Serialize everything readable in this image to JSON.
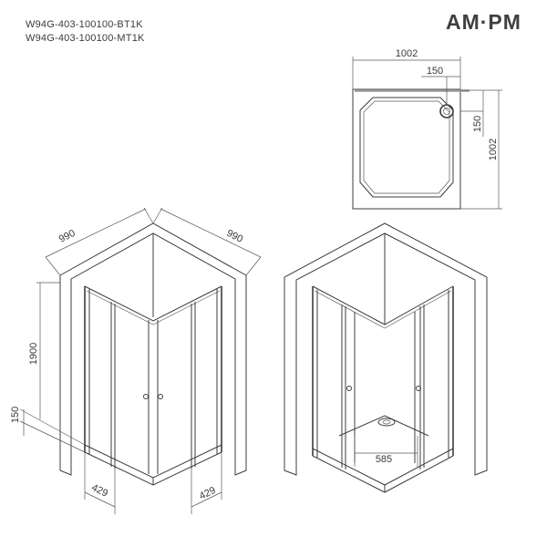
{
  "header": {
    "model_codes": [
      "W94G-403-100100-BT1K",
      "W94G-403-100100-MT1K"
    ],
    "brand": "AM·PM"
  },
  "top_view": {
    "width_label": "1002",
    "depth_label": "1002",
    "drain_offset_x": "150",
    "drain_offset_y": "150"
  },
  "front_view": {
    "width_left": "990",
    "width_right": "990",
    "height": "1900",
    "base_height": "150",
    "entry_left": "429",
    "entry_right": "429"
  },
  "interior_view": {
    "tray_label": "585"
  }
}
